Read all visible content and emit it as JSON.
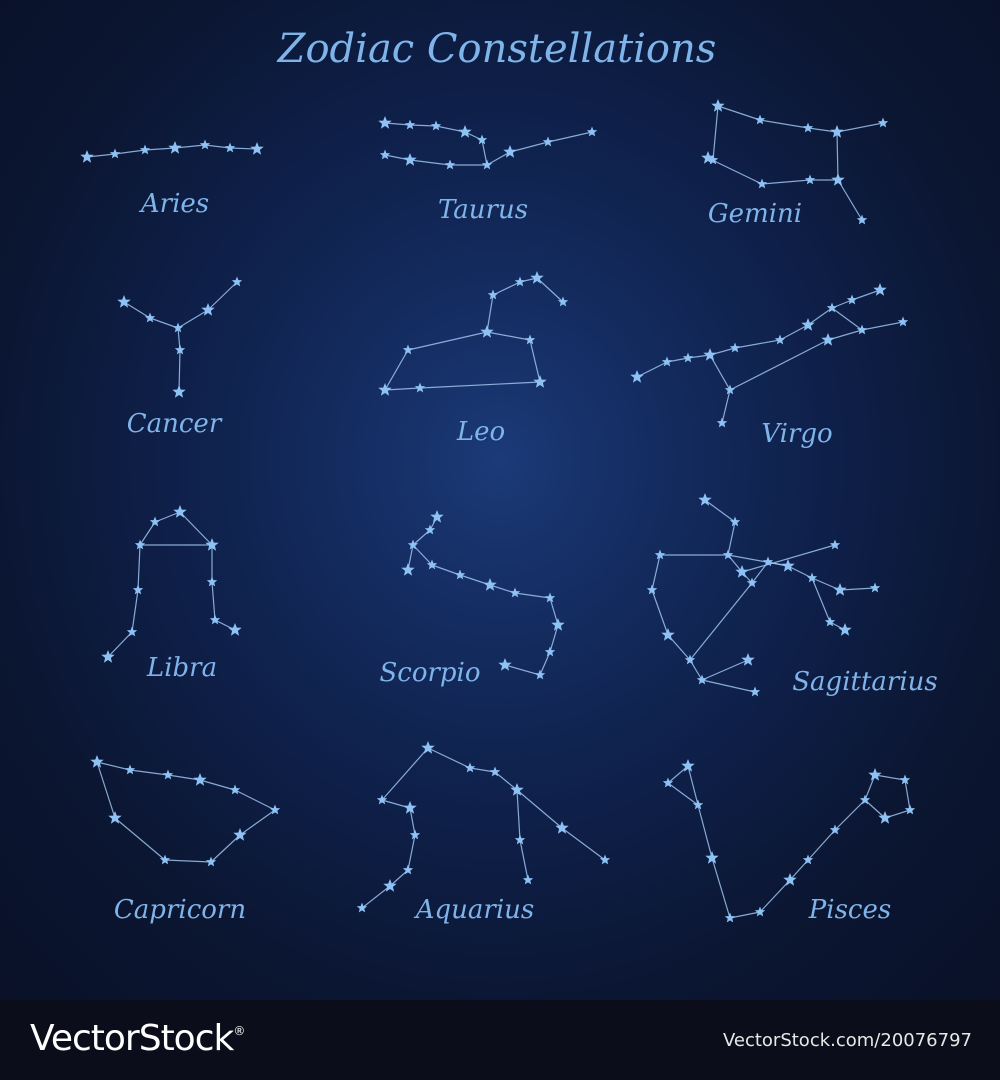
{
  "title": "Zodiac Constellations",
  "colors": {
    "line": "#9fc4ee",
    "star": "#8ec2f5",
    "label": "#7fb4ea",
    "footer_bg": "#0b0e1a",
    "footer_text": "#ffffff"
  },
  "constellations": [
    {
      "name": "Aries"
    },
    {
      "name": "Taurus"
    },
    {
      "name": "Gemini"
    },
    {
      "name": "Cancer"
    },
    {
      "name": "Leo"
    },
    {
      "name": "Virgo"
    },
    {
      "name": "Libra"
    },
    {
      "name": "Scorpio"
    },
    {
      "name": "Sagittarius"
    },
    {
      "name": "Capricorn"
    },
    {
      "name": "Aquarius"
    },
    {
      "name": "Pisces"
    }
  ],
  "footer": {
    "brand": "VectorStock",
    "brand_mark": "®",
    "url": "VectorStock.com/20076797"
  }
}
